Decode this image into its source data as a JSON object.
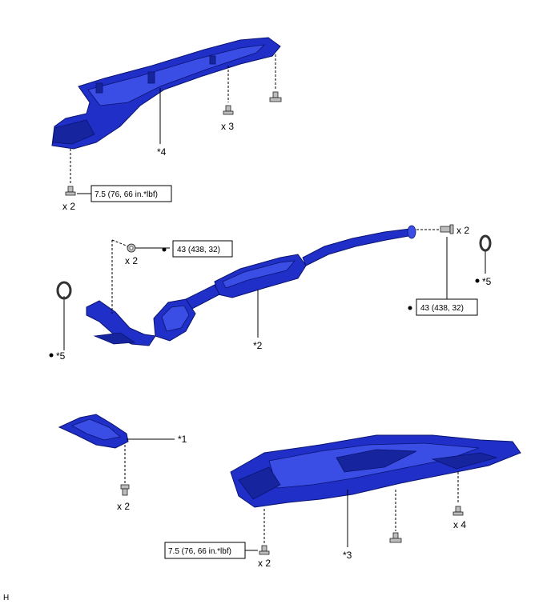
{
  "callouts": {
    "part4": "*4",
    "part2": "*2",
    "part1": "*1",
    "part3": "*3",
    "part5_left": "*5",
    "part5_right": "*5"
  },
  "quantities": {
    "heatshield_top_bolts": "x 3",
    "heatshield_left_bolts": "x 2",
    "front_nuts": "x 2",
    "rear_nuts": "x 2",
    "small_cover_bolts": "x 2",
    "floor_cover_right_bolts": "x 4",
    "floor_cover_left_bolts": "x 2"
  },
  "torques": {
    "heatshield": "7.5 (76, 66 in.*lbf)",
    "front_flange": "43 (438, 32)",
    "rear_flange": "43 (438, 32)",
    "floor_cover": "7.5 (76, 66 in.*lbf)"
  },
  "corner_mark": "H",
  "colors": {
    "part_blue": "#1f2fc8",
    "part_highlight": "#3a4ee6",
    "part_shadow": "#16249e"
  }
}
